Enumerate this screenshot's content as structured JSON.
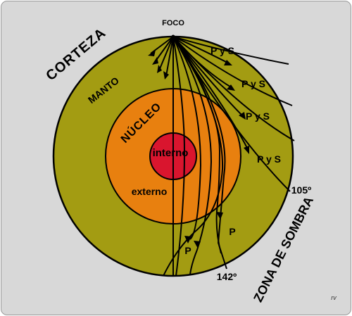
{
  "labels": {
    "foco": "FOCO",
    "corteza": "CORTEZA",
    "manto": "MANTO",
    "nucleo": "NÚCLEO",
    "interno": "interno",
    "externo": "externo",
    "zona_sombra": "ZONA DE SOMBRA",
    "angle_105": "105º",
    "angle_142": "142º",
    "credit": "rv"
  },
  "wave_labels": {
    "pys_1": "P y S",
    "pys_2": "P y S",
    "pys_3": "P y S",
    "pys_4": "P y S",
    "p_1": "P",
    "p_2": "P"
  },
  "colors": {
    "background": "#d8d8d8",
    "mantle": "#a39c12",
    "outer_core": "#e8800f",
    "inner_core": "#d9152e",
    "lines": "#000000"
  }
}
